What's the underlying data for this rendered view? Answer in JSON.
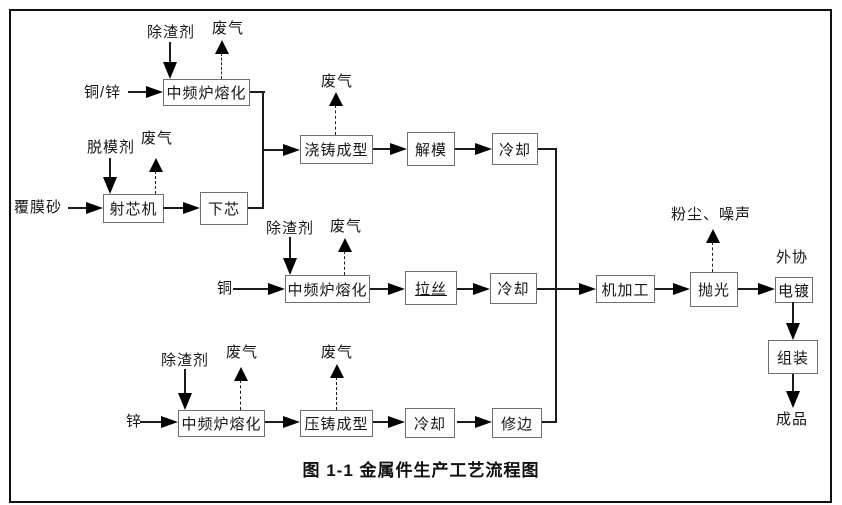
{
  "diagram": {
    "caption": "图 1-1 金属件生产工艺流程图",
    "nodes": [
      {
        "id": "melt-cu-zn",
        "label": "中频炉熔化"
      },
      {
        "id": "core-shooter",
        "label": "射芯机"
      },
      {
        "id": "core-setting",
        "label": "下芯"
      },
      {
        "id": "pour-casting",
        "label": "浇铸成型"
      },
      {
        "id": "demold",
        "label": "解模"
      },
      {
        "id": "cooling-1",
        "label": "冷却"
      },
      {
        "id": "melt-cu",
        "label": "中频炉熔化"
      },
      {
        "id": "wire-drawing",
        "label": "拉丝",
        "underline": true
      },
      {
        "id": "cooling-2",
        "label": "冷却"
      },
      {
        "id": "machining",
        "label": "机加工"
      },
      {
        "id": "polishing",
        "label": "抛光"
      },
      {
        "id": "electroplating",
        "label": "电镀"
      },
      {
        "id": "assembly",
        "label": "组装"
      },
      {
        "id": "melt-zn",
        "label": "中频炉熔化"
      },
      {
        "id": "die-casting",
        "label": "压铸成型"
      },
      {
        "id": "cooling-3",
        "label": "冷却"
      },
      {
        "id": "trimming",
        "label": "修边"
      }
    ],
    "labels": [
      {
        "id": "slag-remover-1",
        "text": "除渣剂"
      },
      {
        "id": "waste-gas-1",
        "text": "废气"
      },
      {
        "id": "input-cu-zn",
        "text": "铜/锌"
      },
      {
        "id": "release-agent",
        "text": "脱模剂"
      },
      {
        "id": "waste-gas-2",
        "text": "废气"
      },
      {
        "id": "input-coated-sand",
        "text": "覆膜砂"
      },
      {
        "id": "waste-gas-3",
        "text": "废气"
      },
      {
        "id": "slag-remover-2",
        "text": "除渣剂"
      },
      {
        "id": "waste-gas-4",
        "text": "废气"
      },
      {
        "id": "input-cu",
        "text": "铜"
      },
      {
        "id": "dust-noise",
        "text": "粉尘、噪声"
      },
      {
        "id": "outsourced",
        "text": "外协"
      },
      {
        "id": "slag-remover-3",
        "text": "除渣剂"
      },
      {
        "id": "waste-gas-5",
        "text": "废气"
      },
      {
        "id": "waste-gas-6",
        "text": "废气"
      },
      {
        "id": "input-zn",
        "text": "锌"
      },
      {
        "id": "final-product",
        "text": "成品"
      }
    ],
    "edges": [
      {
        "from": "input-cu-zn",
        "to": "melt-cu-zn",
        "type": "solid"
      },
      {
        "from": "slag-remover-1",
        "to": "melt-cu-zn",
        "type": "solid"
      },
      {
        "from": "melt-cu-zn",
        "to": "waste-gas-1",
        "type": "emission"
      },
      {
        "from": "melt-cu-zn",
        "to": "pour-casting",
        "type": "solid"
      },
      {
        "from": "input-coated-sand",
        "to": "core-shooter",
        "type": "solid"
      },
      {
        "from": "release-agent",
        "to": "core-shooter",
        "type": "solid"
      },
      {
        "from": "core-shooter",
        "to": "waste-gas-2",
        "type": "emission"
      },
      {
        "from": "core-shooter",
        "to": "core-setting",
        "type": "solid"
      },
      {
        "from": "core-setting",
        "to": "pour-casting",
        "type": "solid"
      },
      {
        "from": "pour-casting",
        "to": "waste-gas-3",
        "type": "emission"
      },
      {
        "from": "pour-casting",
        "to": "demold",
        "type": "solid"
      },
      {
        "from": "demold",
        "to": "cooling-1",
        "type": "solid"
      },
      {
        "from": "cooling-1",
        "to": "machining",
        "type": "solid"
      },
      {
        "from": "input-cu",
        "to": "melt-cu",
        "type": "solid"
      },
      {
        "from": "slag-remover-2",
        "to": "melt-cu",
        "type": "solid"
      },
      {
        "from": "melt-cu",
        "to": "waste-gas-4",
        "type": "emission"
      },
      {
        "from": "melt-cu",
        "to": "wire-drawing",
        "type": "solid"
      },
      {
        "from": "wire-drawing",
        "to": "cooling-2",
        "type": "solid"
      },
      {
        "from": "cooling-2",
        "to": "machining",
        "type": "solid"
      },
      {
        "from": "machining",
        "to": "polishing",
        "type": "solid"
      },
      {
        "from": "polishing",
        "to": "dust-noise",
        "type": "emission"
      },
      {
        "from": "polishing",
        "to": "electroplating",
        "type": "solid"
      },
      {
        "from": "electroplating",
        "to": "assembly",
        "type": "solid"
      },
      {
        "from": "assembly",
        "to": "final-product",
        "type": "solid"
      },
      {
        "from": "input-zn",
        "to": "melt-zn",
        "type": "solid"
      },
      {
        "from": "slag-remover-3",
        "to": "melt-zn",
        "type": "solid"
      },
      {
        "from": "melt-zn",
        "to": "waste-gas-5",
        "type": "emission"
      },
      {
        "from": "melt-zn",
        "to": "die-casting",
        "type": "solid"
      },
      {
        "from": "die-casting",
        "to": "waste-gas-6",
        "type": "emission"
      },
      {
        "from": "die-casting",
        "to": "cooling-3",
        "type": "solid"
      },
      {
        "from": "cooling-3",
        "to": "trimming",
        "type": "solid"
      },
      {
        "from": "trimming",
        "to": "machining",
        "type": "solid"
      }
    ]
  },
  "colors": {
    "line": "#1c1c1c",
    "box_border": "#6f6f6f",
    "text": "#161616",
    "background": "#ffffff"
  }
}
